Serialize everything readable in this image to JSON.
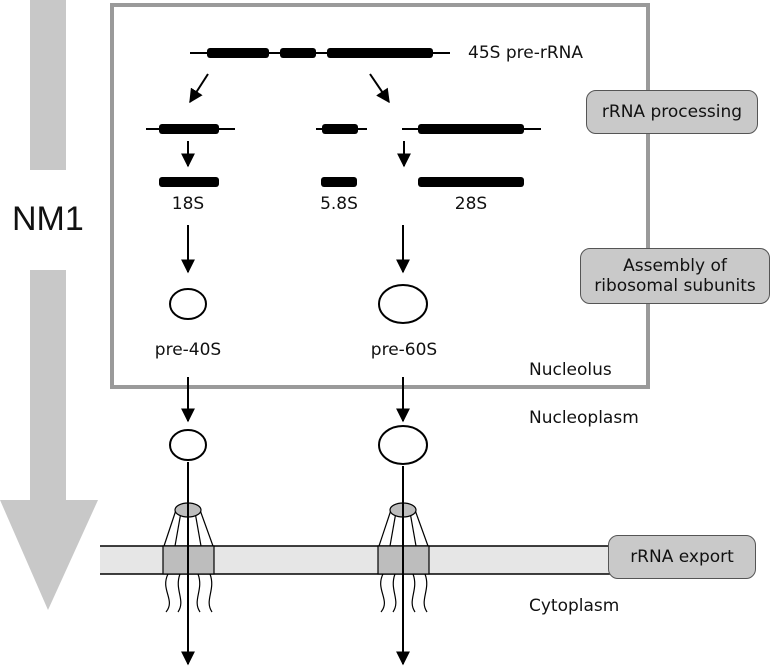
{
  "labels": {
    "precursor": "45S pre-rRNA",
    "rrna_18s": "18S",
    "rrna_58s": "5.8S",
    "rrna_28s": "28S",
    "pre40s": "pre-40S",
    "pre60s": "pre-60S",
    "nucleolus": "Nucleolus",
    "nucleoplasm": "Nucleoplasm",
    "cytoplasm": "Cytoplasm",
    "nm1": "NM1"
  },
  "steps": {
    "processing": "rRNA processing",
    "assembly_line1": "Assembly of",
    "assembly_line2": "ribosomal subunits",
    "export": "rRNA export"
  },
  "colors": {
    "gray_arrow": "#c8c8c8",
    "pill_fill": "#c9c9c9",
    "nucleolus_border": "#9a9a9a",
    "membrane_fill": "#e6e6e6",
    "pore_fill": "#bdbdbd",
    "rna_bar": "#000000"
  }
}
